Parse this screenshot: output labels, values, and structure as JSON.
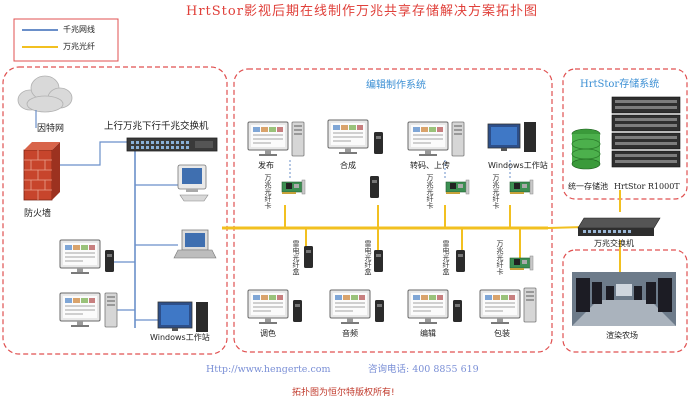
{
  "title": "HrtStor影视后期在线制作万兆共享存储解决方案拓扑图",
  "legend": {
    "items": [
      {
        "label": "千兆网线",
        "color": "#6a8fc9"
      },
      {
        "label": "万兆光纤",
        "color": "#f2c020"
      }
    ]
  },
  "sections": {
    "edit": "编辑制作系统",
    "storage": "HrtStor存储系统"
  },
  "left": {
    "internet": "因特网",
    "firewall": "防火墙",
    "switch": "上行万兆下行千兆交换机",
    "windows": "Windows工作站"
  },
  "edit_top": [
    {
      "label": "发布",
      "card": "万兆光纤卡"
    },
    {
      "label": "合成",
      "card": ""
    },
    {
      "label": "转码、上传",
      "card": "万兆光纤卡"
    },
    {
      "label": "Windows工作站",
      "card": "万兆光纤卡"
    }
  ],
  "edit_bottom": [
    {
      "label": "调色",
      "card": "雷电光纤盒"
    },
    {
      "label": "音频",
      "card": "雷电光纤盒"
    },
    {
      "label": "编辑",
      "card": "雷电光纤盒"
    },
    {
      "label": "包装",
      "card": "万兆光纤卡"
    }
  ],
  "storage": {
    "pool": "统一存储池",
    "model": "HrtStor R1000T",
    "switch": "万兆交换机",
    "render": "渲染农场"
  },
  "footer": {
    "url": "Http://www.hengerte.com",
    "phone": "咨询电话: 400 8855 619",
    "copyright": "拓扑图为恒尔特版权所有!"
  },
  "colors": {
    "title": "#e0403a",
    "dashed_border": "#e05050",
    "gigabit": "#6a8fc9",
    "fiber": "#f2c020",
    "section_title": "#3b8fd4"
  }
}
